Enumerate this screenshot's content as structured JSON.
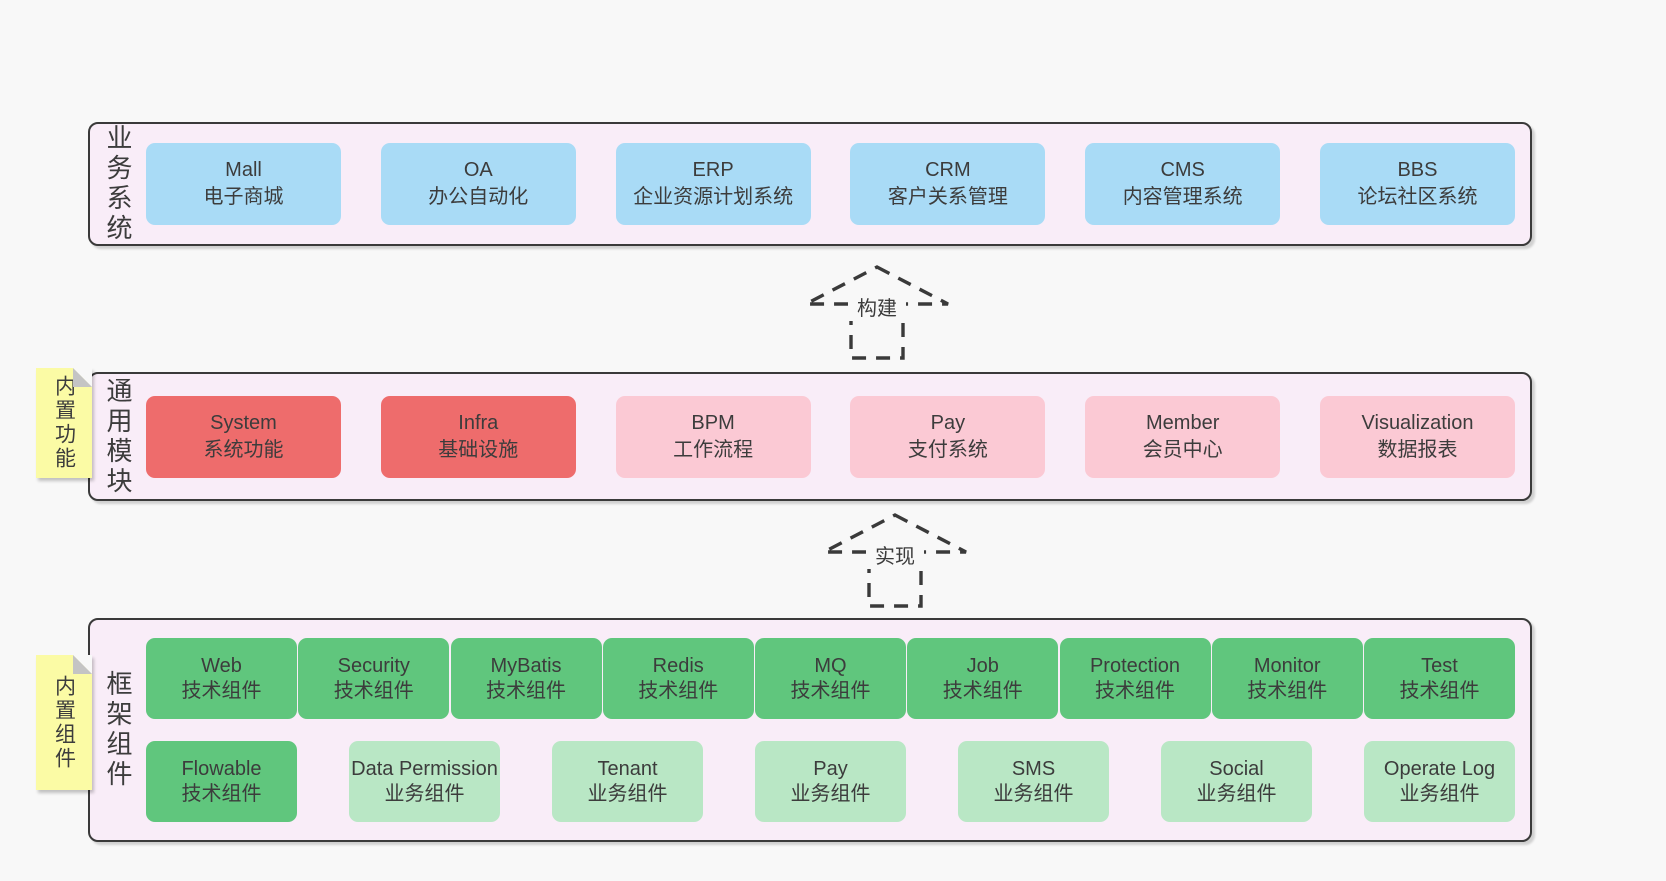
{
  "colors": {
    "page-bg": "#f8f8f8",
    "band-bg": "#f9edf8",
    "band-border": "#3a3a3a",
    "box-blue": "#a9dbf6",
    "box-red": "#ee6c6c",
    "box-pink": "#fbc9d4",
    "box-green": "#60c67d",
    "box-green-light": "#b9e7c5",
    "sticky-bg": "#fbfba5",
    "sticky-fold": "#c4c4c4",
    "text": "#3c3c3c"
  },
  "arrows": {
    "build": {
      "label": "构建"
    },
    "implement": {
      "label": "实现"
    }
  },
  "bands": {
    "business": {
      "label": "业务系统",
      "boxes": [
        {
          "title": "Mall",
          "subtitle": "电子商城"
        },
        {
          "title": "OA",
          "subtitle": "办公自动化"
        },
        {
          "title": "ERP",
          "subtitle": "企业资源计划系统"
        },
        {
          "title": "CRM",
          "subtitle": "客户关系管理"
        },
        {
          "title": "CMS",
          "subtitle": "内容管理系统"
        },
        {
          "title": "BBS",
          "subtitle": "论坛社区系统"
        }
      ]
    },
    "modules": {
      "label": "通用模块",
      "sticky": "内置功能",
      "boxes": [
        {
          "title": "System",
          "subtitle": "系统功能"
        },
        {
          "title": "Infra",
          "subtitle": "基础设施"
        },
        {
          "title": "BPM",
          "subtitle": "工作流程"
        },
        {
          "title": "Pay",
          "subtitle": "支付系统"
        },
        {
          "title": "Member",
          "subtitle": "会员中心"
        },
        {
          "title": "Visualization",
          "subtitle": "数据报表"
        }
      ]
    },
    "components": {
      "label": "框架组件",
      "sticky": "内置组件",
      "row1": [
        {
          "title": "Web",
          "subtitle": "技术组件"
        },
        {
          "title": "Security",
          "subtitle": "技术组件"
        },
        {
          "title": "MyBatis",
          "subtitle": "技术组件"
        },
        {
          "title": "Redis",
          "subtitle": "技术组件"
        },
        {
          "title": "MQ",
          "subtitle": "技术组件"
        },
        {
          "title": "Job",
          "subtitle": "技术组件"
        },
        {
          "title": "Protection",
          "subtitle": "技术组件"
        },
        {
          "title": "Monitor",
          "subtitle": "技术组件"
        }
      ],
      "row2": [
        {
          "title": "Test",
          "subtitle": "技术组件"
        },
        {
          "title": "Flowable",
          "subtitle": "技术组件"
        },
        {
          "title": "Data Permission",
          "subtitle": "业务组件"
        },
        {
          "title": "Tenant",
          "subtitle": "业务组件"
        },
        {
          "title": "Pay",
          "subtitle": "业务组件"
        },
        {
          "title": "SMS",
          "subtitle": "业务组件"
        },
        {
          "title": "Social",
          "subtitle": "业务组件"
        },
        {
          "title": "Operate Log",
          "subtitle": "业务组件"
        }
      ]
    }
  }
}
